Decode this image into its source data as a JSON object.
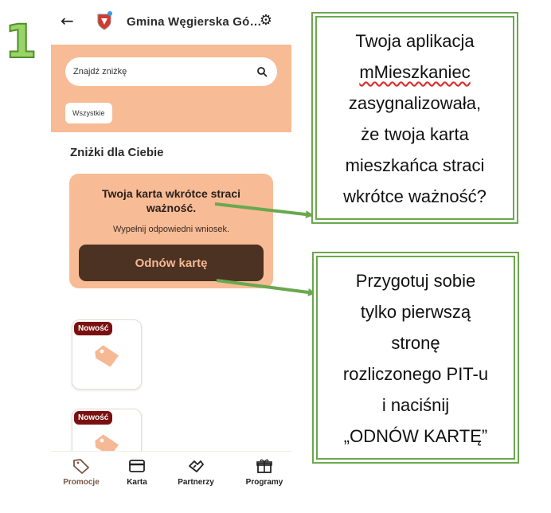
{
  "step_number": "1",
  "app": {
    "title": "Gmina Węgierska Gó…",
    "search_placeholder": "Znajdź zniżkę",
    "chip_all": "Wszystkie",
    "section_title": "Zniżki dla Ciebie",
    "card": {
      "title": "Twoja karta wkrótce straci ważność.",
      "text": "Wypełnij odpowiedni wniosek.",
      "button": "Odnów kartę"
    },
    "badge_new": "Nowość",
    "nav": [
      {
        "label": "Promocje",
        "icon": "tag-icon"
      },
      {
        "label": "Karta",
        "icon": "card-icon"
      },
      {
        "label": "Partnerzy",
        "icon": "handshake-icon"
      },
      {
        "label": "Programy",
        "icon": "gift-icon"
      }
    ],
    "accent_color": "#f7bb96",
    "button_color": "#4c3222"
  },
  "callouts": {
    "first": {
      "line1": "Twoja aplikacja",
      "line2": "mMieszkaniec",
      "line3": "zasygnalizowała,",
      "line4": "że twoja karta",
      "line5": "mieszkańca straci",
      "line6": "wkrótce ważność?"
    },
    "second": {
      "line1": "Przygotuj sobie",
      "line2": "tylko pierwszą",
      "line3": "stronę",
      "line4": "rozliczonego PIT-u",
      "line5": "i naciśnij",
      "line6": "„ODNÓW KARTĘ”"
    },
    "border_color": "#6aa84f"
  }
}
